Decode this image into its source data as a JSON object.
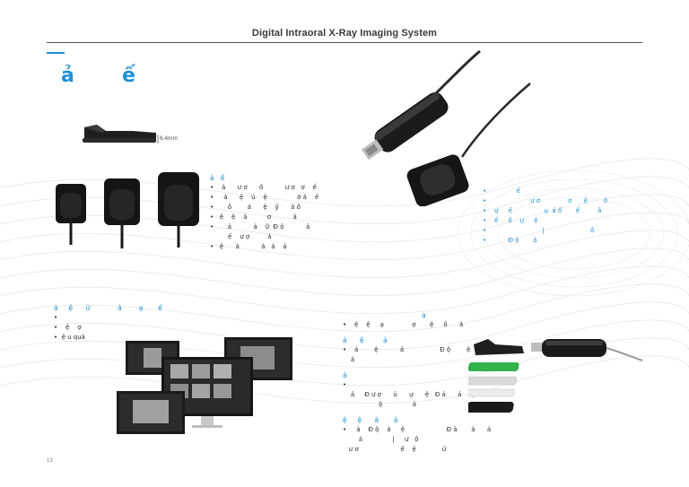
{
  "header": {
    "title": "Digital Intraoral X-Ray Imaging System"
  },
  "heading": {
    "glyph_left": "ả",
    "glyph_right": "ế"
  },
  "sensor_profile": {
    "thickness_label": "6.4mm"
  },
  "sizes_block": {
    "title": "ả   ế",
    "lines": [
      "•    ả      ư ơ      ồ           ư ơ   ơ    ế",
      "•     ả      ệ    ủ    ệ               ờ ả    ế",
      "•       ồ        ả      ệ    ỹ      ả ồ",
      "•   ệ    ệ    ả          ơ           ả",
      "•       ả           ả    ữ  Đ ộ           ả",
      "         ế    ư ợ         ả",
      "•   ệ      ả           ả   ả    ả"
    ]
  },
  "usb_block": {
    "lines": [
      "•               ế",
      "•                      ư ơ              ơ      ệ        ồ",
      "•    ự     ế                ụ  ả ồ       ế         ả",
      "•    ế     ồ    ự     ệ",
      "•                            |                       ồ",
      "•           Đ ộ       ả"
    ]
  },
  "software_block": {
    "title": "ả     ệ      ử             ả        ạ       ế",
    "lines": [
      "•",
      "•    ệ    ợ",
      "•  ệ u quả"
    ]
  },
  "tech_block": {
    "top": [
      "ạ",
      "•    ệ    ệ     ạ              ợ       ệ     ồ      ả"
    ],
    "sections": [
      {
        "title": "ả      ệ         ả",
        "lines": [
          "•    ả        ệ           ả                  Đ ộ        ệ",
          "    ả"
        ]
      },
      {
        "title": "ả",
        "lines": [
          "•",
          "    ả     Đ ư ợ      ủ      ự      ệ   Đ ả      ả     ệ",
          "                  ộ               ả"
        ]
      },
      {
        "title": "ệ     ệ      ả       ả",
        "lines": [
          "•     ả    Đ ộ    ả     ệ                     Đ ả       ả      ả",
          "        ả               |     ư   ồ",
          "   ư ơ                     ế    ệ             ử"
        ]
      }
    ]
  },
  "footer": {
    "page_number": "13"
  }
}
